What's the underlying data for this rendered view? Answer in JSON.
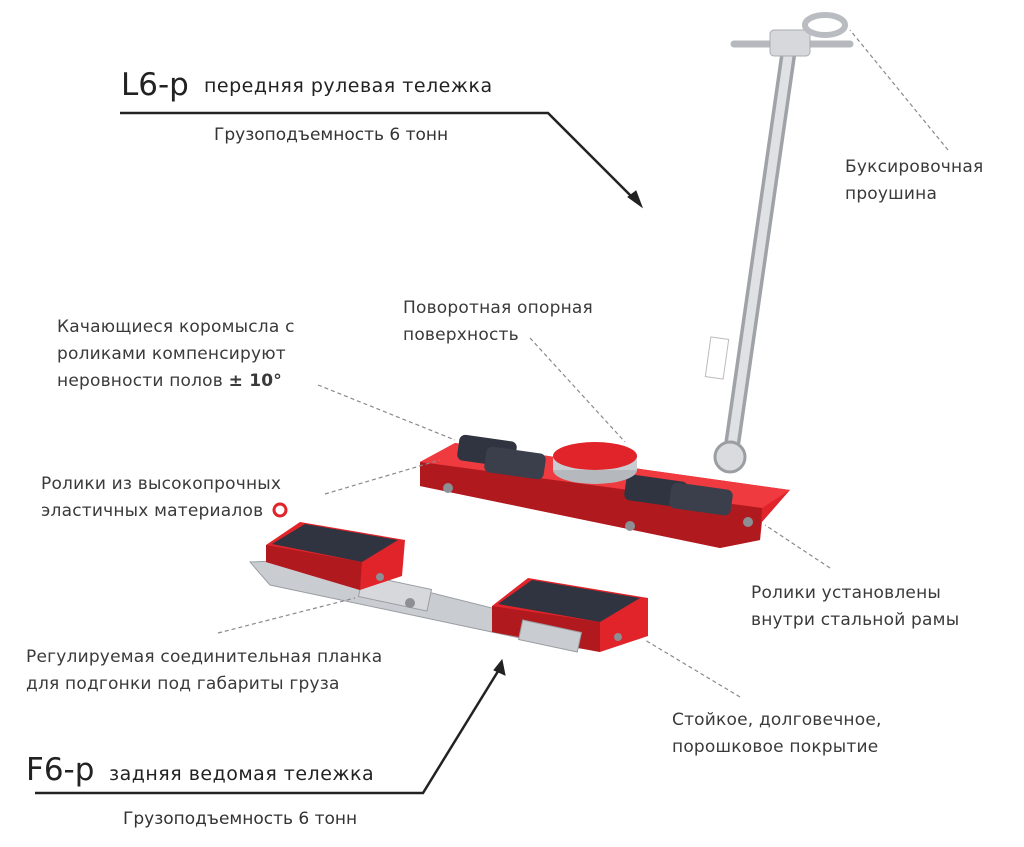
{
  "front": {
    "model": "L6-p",
    "title": "передняя рулевая тележка",
    "capacity": "Грузоподъемность 6 тонн"
  },
  "rear": {
    "model": "F6-p",
    "title": "задняя ведомая тележка",
    "capacity": "Грузоподъемность 6 тонн"
  },
  "callouts": {
    "tow_eye": [
      "Буксировочная",
      "проушина"
    ],
    "turntable": [
      "Поворотная опорная",
      "поверхность"
    ],
    "rockers": [
      "Качающиеся коромысла с",
      "роликами компенсируют",
      "неровности полов",
      "± 10°"
    ],
    "rollers_material": [
      "Ролики из высокопрочных",
      "эластичных материалов"
    ],
    "rollers_frame": [
      "Ролики установлены",
      "внутри стальной рамы"
    ],
    "bar": [
      "Регулируемая соединительная планка",
      "для подгонки под габариты груза"
    ],
    "coating": [
      "Стойкое, долговечное,",
      "порошковое покрытие"
    ]
  },
  "colors": {
    "body_red": "#e0242a",
    "body_red_dark": "#b01a1f",
    "top_plate": "#2f3440",
    "steel": "#c9ccd0",
    "leader": "#222222",
    "dash": "#8a8a8a"
  }
}
